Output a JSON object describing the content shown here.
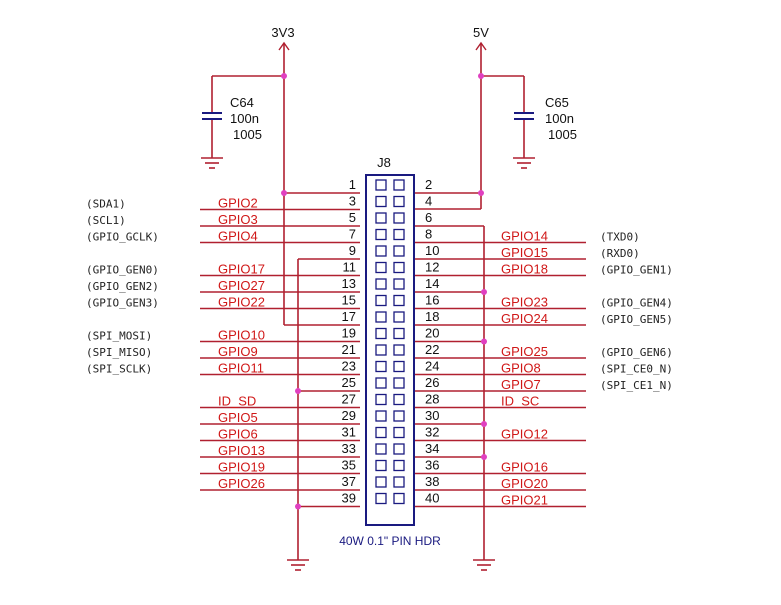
{
  "power": {
    "v33": "3V3",
    "v5": "5V"
  },
  "capacitors": [
    {
      "ref": "C64",
      "value": "100n",
      "pkg": "1005"
    },
    {
      "ref": "C65",
      "value": "100n",
      "pkg": "1005"
    }
  ],
  "connector": {
    "ref": "J8",
    "desc": "40W 0.1\" PIN HDR"
  },
  "colors": {
    "wire": "#b02030",
    "net": "#d01818",
    "dot": "#e040c0",
    "box": "#1a1a80"
  },
  "rows": [
    {
      "left_func": "",
      "left_net": "",
      "odd": "1",
      "even": "2",
      "right_net": "",
      "right_func": ""
    },
    {
      "left_func": "(SDA1)",
      "left_net": "GPIO2",
      "odd": "3",
      "even": "4",
      "right_net": "",
      "right_func": ""
    },
    {
      "left_func": "(SCL1)",
      "left_net": "GPIO3",
      "odd": "5",
      "even": "6",
      "right_net": "",
      "right_func": ""
    },
    {
      "left_func": "(GPIO_GCLK)",
      "left_net": "GPIO4",
      "odd": "7",
      "even": "8",
      "right_net": "GPIO14",
      "right_func": "(TXD0)"
    },
    {
      "left_func": "",
      "left_net": "",
      "odd": "9",
      "even": "10",
      "right_net": "GPIO15",
      "right_func": "(RXD0)"
    },
    {
      "left_func": "(GPIO_GEN0)",
      "left_net": "GPIO17",
      "odd": "11",
      "even": "12",
      "right_net": "GPIO18",
      "right_func": "(GPIO_GEN1)"
    },
    {
      "left_func": "(GPIO_GEN2)",
      "left_net": "GPIO27",
      "odd": "13",
      "even": "14",
      "right_net": "",
      "right_func": ""
    },
    {
      "left_func": "(GPIO_GEN3)",
      "left_net": "GPIO22",
      "odd": "15",
      "even": "16",
      "right_net": "GPIO23",
      "right_func": "(GPIO_GEN4)"
    },
    {
      "left_func": "",
      "left_net": "",
      "odd": "17",
      "even": "18",
      "right_net": "GPIO24",
      "right_func": "(GPIO_GEN5)"
    },
    {
      "left_func": "(SPI_MOSI)",
      "left_net": "GPIO10",
      "odd": "19",
      "even": "20",
      "right_net": "",
      "right_func": ""
    },
    {
      "left_func": "(SPI_MISO)",
      "left_net": "GPIO9",
      "odd": "21",
      "even": "22",
      "right_net": "GPIO25",
      "right_func": "(GPIO_GEN6)"
    },
    {
      "left_func": "(SPI_SCLK)",
      "left_net": "GPIO11",
      "odd": "23",
      "even": "24",
      "right_net": "GPIO8",
      "right_func": "(SPI_CE0_N)"
    },
    {
      "left_func": "",
      "left_net": "",
      "odd": "25",
      "even": "26",
      "right_net": "GPIO7",
      "right_func": "(SPI_CE1_N)"
    },
    {
      "left_func": "",
      "left_net": "ID_SD",
      "odd": "27",
      "even": "28",
      "right_net": "ID_SC",
      "right_func": ""
    },
    {
      "left_func": "",
      "left_net": "GPIO5",
      "odd": "29",
      "even": "30",
      "right_net": "",
      "right_func": ""
    },
    {
      "left_func": "",
      "left_net": "GPIO6",
      "odd": "31",
      "even": "32",
      "right_net": "GPIO12",
      "right_func": ""
    },
    {
      "left_func": "",
      "left_net": "GPIO13",
      "odd": "33",
      "even": "34",
      "right_net": "",
      "right_func": ""
    },
    {
      "left_func": "",
      "left_net": "GPIO19",
      "odd": "35",
      "even": "36",
      "right_net": "GPIO16",
      "right_func": ""
    },
    {
      "left_func": "",
      "left_net": "GPIO26",
      "odd": "37",
      "even": "38",
      "right_net": "GPIO20",
      "right_func": ""
    },
    {
      "left_func": "",
      "left_net": "",
      "odd": "39",
      "even": "40",
      "right_net": "GPIO21",
      "right_func": ""
    }
  ]
}
